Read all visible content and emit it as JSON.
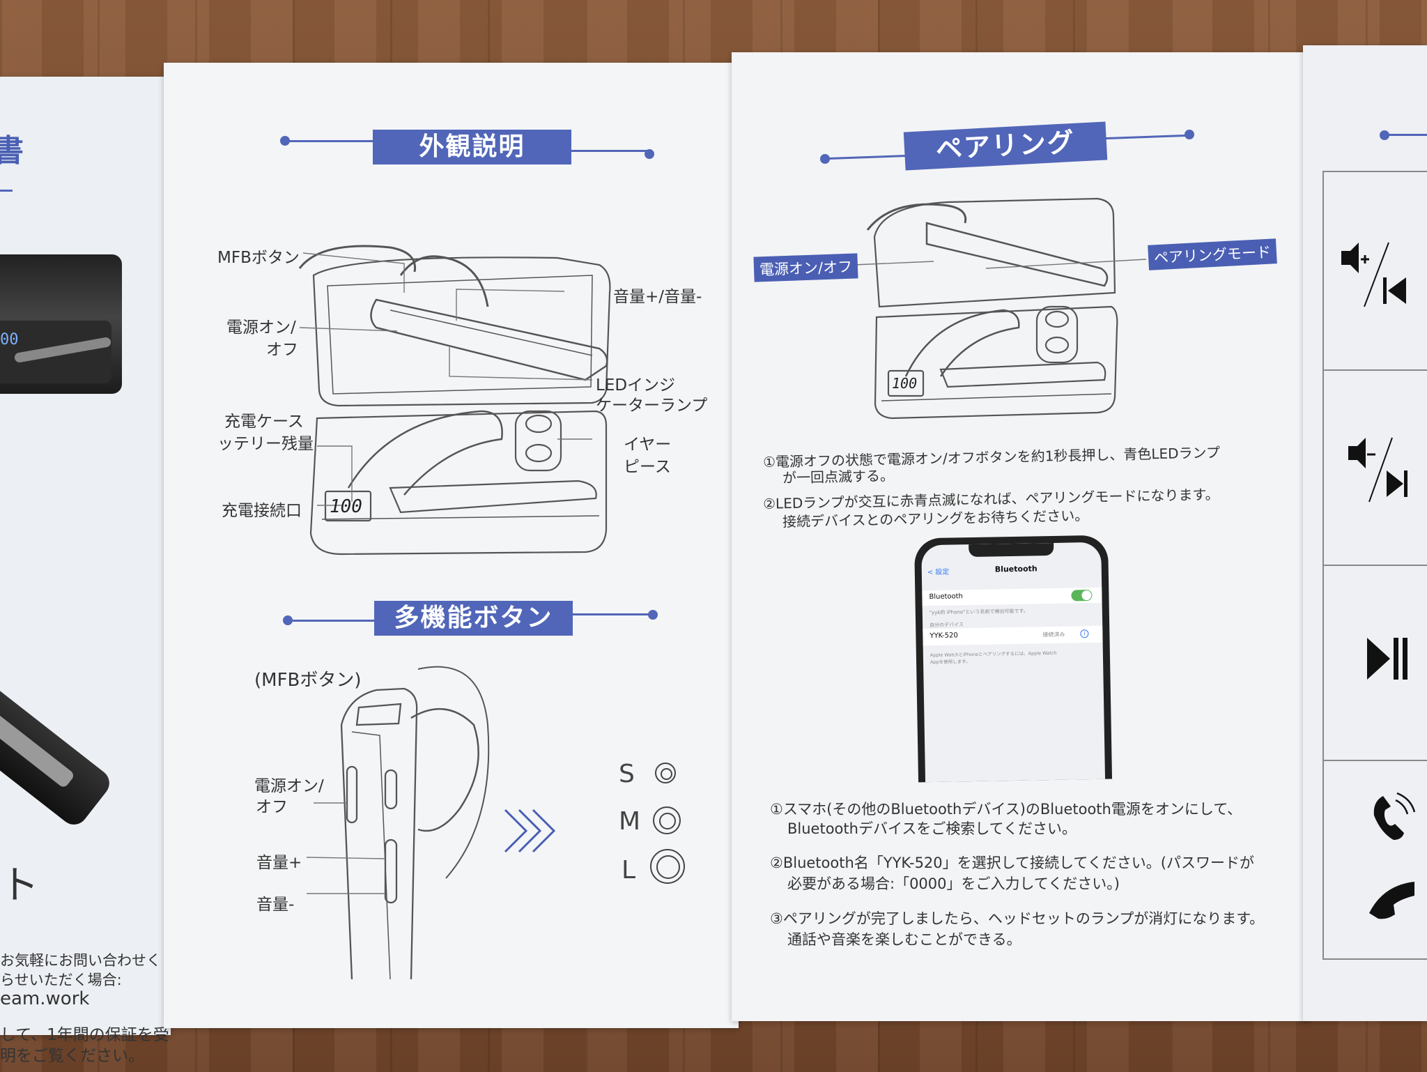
{
  "left_panel": {
    "title_fragment": "書",
    "letter": "ト",
    "contact_lines": [
      "お気軽にお問い合わせく",
      "らせいただく場合:",
      "eam.work",
      "して、1年間の保証を受",
      "明をご覧ください。"
    ],
    "case_display": "00"
  },
  "appearance": {
    "title": "外観説明",
    "labels": {
      "mfb": "MFBボタン",
      "volume": "音量+/音量-",
      "power_1": "電源オン/",
      "power_2": "オフ",
      "led_1": "LEDインジ",
      "led_2": "ケーターランプ",
      "battery_1": "充電ケース",
      "battery_2": "ッテリー残量",
      "earpiece_1": "イヤー",
      "earpiece_2": "ピース",
      "port": "充電接続口"
    },
    "display": "100"
  },
  "mfb_section": {
    "title": "多機能ボタン",
    "mfb_label": "(MFBボタン)",
    "power_1": "電源オン/",
    "power_2": "オフ",
    "vol_up": "音量+",
    "vol_down": "音量-",
    "sizes": [
      "S",
      "M",
      "L"
    ]
  },
  "pairing": {
    "title": "ペアリング",
    "tag_power": "電源オン/オフ",
    "tag_mode": "ペアリングモード",
    "display": "100",
    "steps_a": [
      "①電源オフの状態で電源オン/オフボタンを約1秒長押し、青色LEDランプ",
      "が一回点滅する。",
      "②LEDランプが交互に赤青点滅になれば、ペアリングモードになります。",
      "接続デバイスとのペアリングをお待ちください。"
    ],
    "steps_b": [
      "①スマホ(その他のBluetoothデバイス)のBluetooth電源をオンにして、",
      "Bluetoothデバイスをご検索してください。",
      "②Bluetooth名「YYK-520」を選択して接続してください。(パスワードが",
      "必要がある場合:「0000」をご入力してください。)",
      "③ペアリングが完了しましたら、ヘッドセットのランプが消灯になります。",
      "通話や音楽を楽しむことができる。"
    ]
  },
  "phone": {
    "back": "< 設定",
    "title": "Bluetooth",
    "bt_row": "Bluetooth",
    "note": "\"yyk的 iPhone\"という名前で検出可能です。",
    "section": "自分のデバイス",
    "device": "YYK-520",
    "status": "接続済み",
    "footer_1": "Apple WatchとiPhoneとペアリングするには、Apple Watch",
    "footer_2": "Appを使用します。"
  },
  "far_right": {
    "icons": [
      "volume-up-previous-icon",
      "volume-down-next-icon",
      "play-pause-icon",
      "phone-answer-icon",
      "phone-hangup-icon"
    ]
  }
}
